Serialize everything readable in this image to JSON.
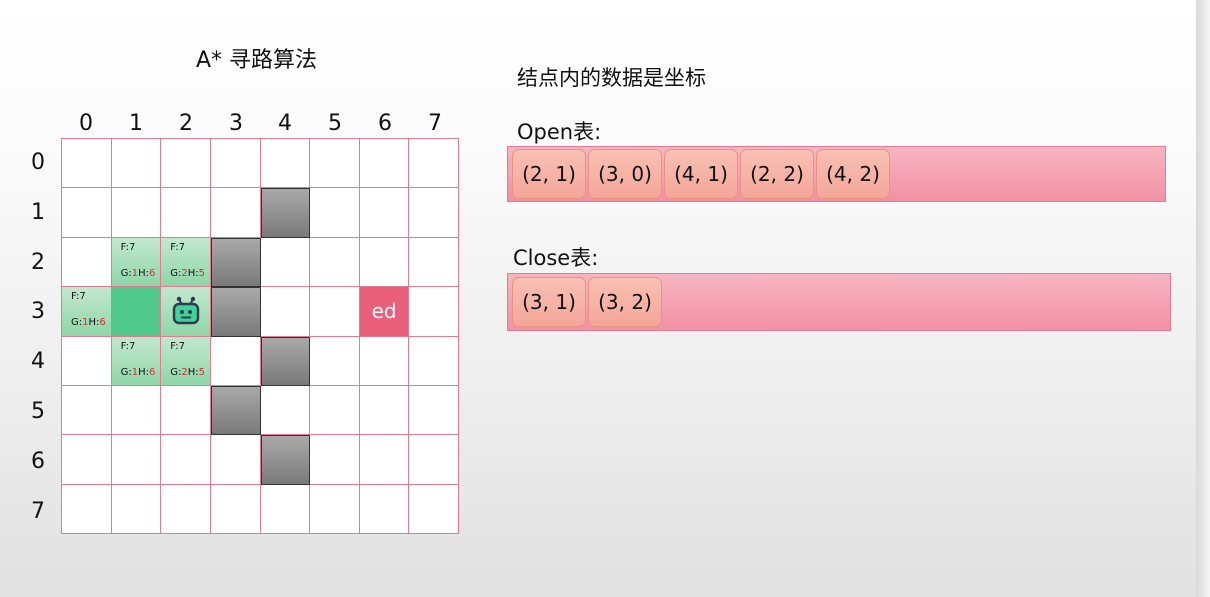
{
  "title": "A* 寻路算法",
  "col_labels": [
    "0",
    "1",
    "2",
    "3",
    "4",
    "5",
    "6",
    "7"
  ],
  "row_labels": [
    "0",
    "1",
    "2",
    "3",
    "4",
    "5",
    "6",
    "7"
  ],
  "colors": {
    "grid_border": "#e07b91",
    "wall": "#8a8a8a",
    "open_node": "#a8e0bb",
    "closed_node": "#4fc98c",
    "end_node": "#ea5f7a",
    "list_bar": "#f4a3b3",
    "list_item": "#f6b1a5",
    "h_value": "#d0323c"
  },
  "grid": {
    "walls": [
      [
        4,
        1
      ],
      [
        3,
        2
      ],
      [
        3,
        3
      ],
      [
        4,
        4
      ],
      [
        3,
        5
      ],
      [
        4,
        6
      ]
    ],
    "closed_cells": [
      [
        1,
        3
      ]
    ],
    "start": {
      "col": 2,
      "row": 3,
      "icon": "robot-icon"
    },
    "end": {
      "col": 6,
      "row": 3,
      "label": "ed"
    },
    "open_cells": [
      {
        "col": 1,
        "row": 2,
        "f_label": "F:",
        "f_value": "7",
        "g_label": "G:",
        "g_value": "1",
        "h_label": "H:",
        "h_value": "6"
      },
      {
        "col": 2,
        "row": 2,
        "f_label": "F:",
        "f_value": "7",
        "g_label": "G:",
        "g_value": "2",
        "h_label": "H:",
        "h_value": "5"
      },
      {
        "col": 0,
        "row": 3,
        "f_label": "F:",
        "f_value": "7",
        "g_label": "G:",
        "g_value": "1",
        "h_label": "H:",
        "h_value": "6"
      },
      {
        "col": 1,
        "row": 4,
        "f_label": "F:",
        "f_value": "7",
        "g_label": "G:",
        "g_value": "1",
        "h_label": "H:",
        "h_value": "6"
      },
      {
        "col": 2,
        "row": 4,
        "f_label": "F:",
        "f_value": "7",
        "g_label": "G:",
        "g_value": "2",
        "h_label": "H:",
        "h_value": "5"
      }
    ]
  },
  "info": {
    "note": "结点内的数据是坐标",
    "open_label": "Open表:",
    "close_label": "Close表:"
  },
  "open_list": [
    "(2, 1)",
    "(3, 0)",
    "(4, 1)",
    "(2, 2)",
    "(4, 2)"
  ],
  "close_list": [
    "(3, 1)",
    "(3, 2)"
  ]
}
